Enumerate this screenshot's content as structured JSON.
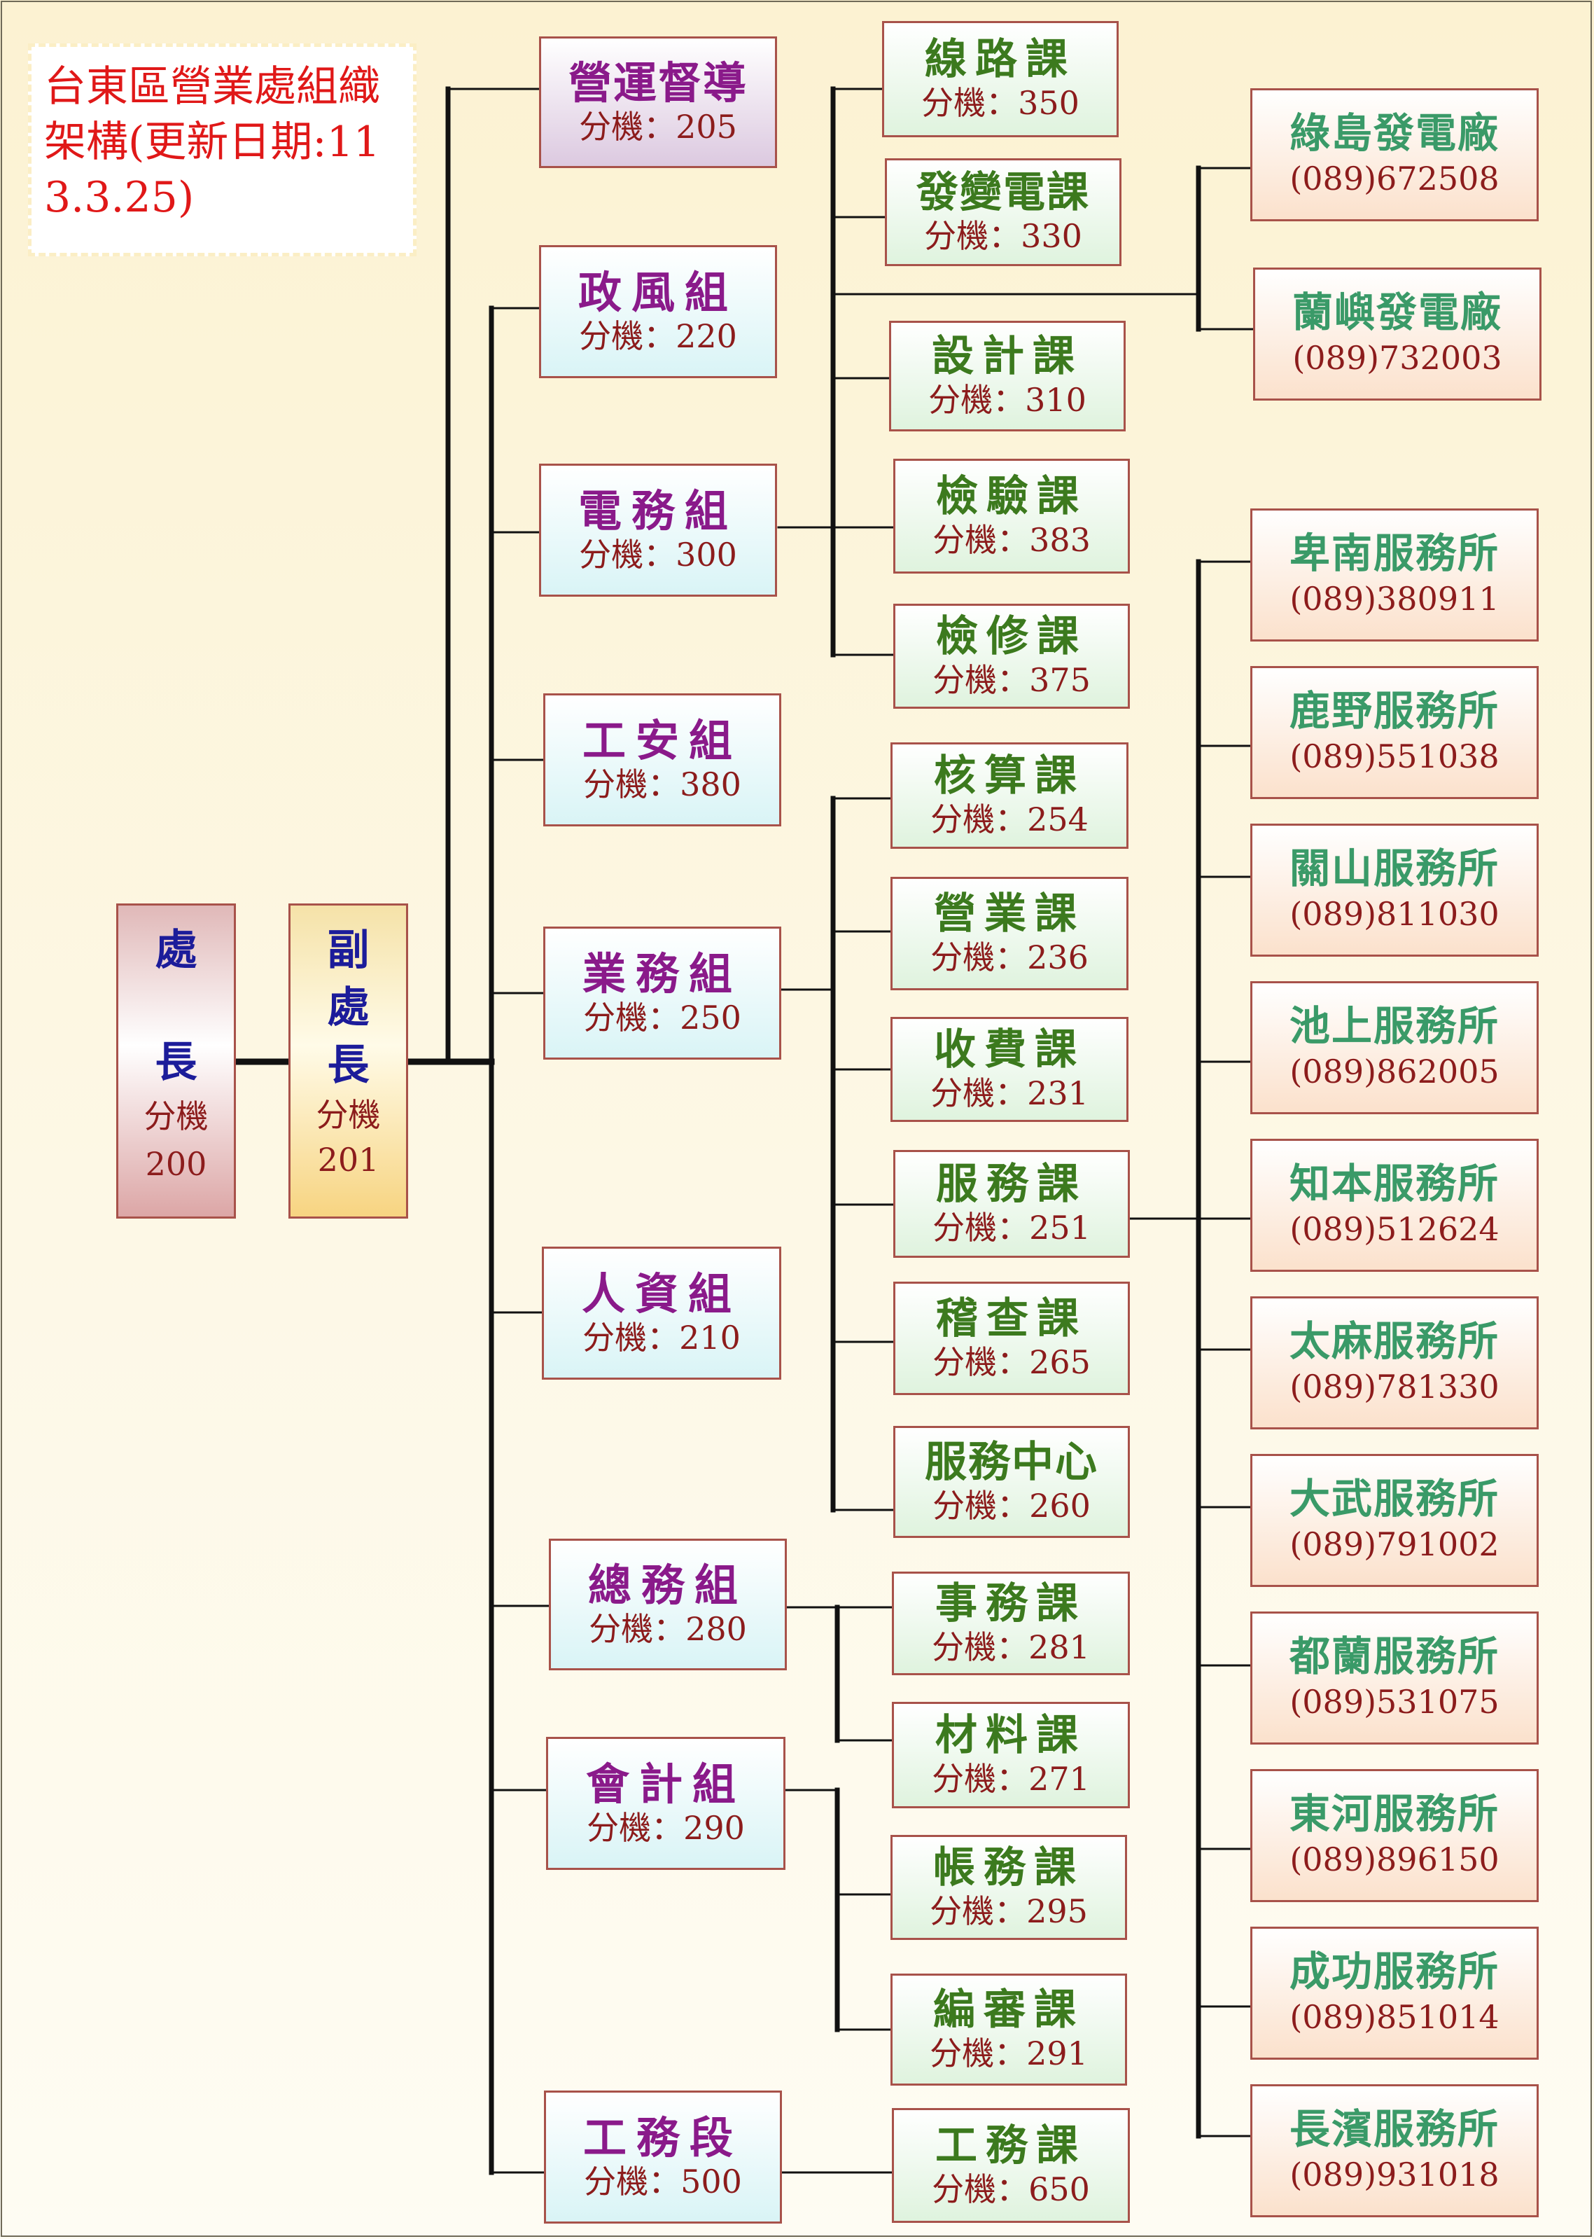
{
  "legend": {
    "text": "台東區營業處組織架構(更新日期:113.3.25)"
  },
  "chief": {
    "title_char1": "處",
    "title_char2": "長",
    "ext_label": "分機",
    "ext": "200"
  },
  "deputy": {
    "title_char1": "副",
    "title_char2": "處",
    "title_char3": "長",
    "ext_label": "分機",
    "ext": "201"
  },
  "supervision": {
    "name": "營運督導",
    "ext": "分機：205"
  },
  "departments": [
    {
      "name": "政風組",
      "ext": "分機：220"
    },
    {
      "name": "電務組",
      "ext": "分機：300"
    },
    {
      "name": "工安組",
      "ext": "分機：380"
    },
    {
      "name": "業務組",
      "ext": "分機：250"
    },
    {
      "name": "人資組",
      "ext": "分機：210"
    },
    {
      "name": "總務組",
      "ext": "分機：280"
    },
    {
      "name": "會計組",
      "ext": "分機：290"
    },
    {
      "name": "工務段",
      "ext": "分機：500"
    }
  ],
  "sections": [
    {
      "name": "線路課",
      "ext": "分機：350"
    },
    {
      "name": "發變電課",
      "ext": "分機：330"
    },
    {
      "name": "設計課",
      "ext": "分機：310"
    },
    {
      "name": "檢驗課",
      "ext": "分機：383"
    },
    {
      "name": "檢修課",
      "ext": "分機：375"
    },
    {
      "name": "核算課",
      "ext": "分機：254"
    },
    {
      "name": "營業課",
      "ext": "分機：236"
    },
    {
      "name": "收費課",
      "ext": "分機：231"
    },
    {
      "name": "服務課",
      "ext": "分機：251"
    },
    {
      "name": "稽查課",
      "ext": "分機：265"
    },
    {
      "name": "服務中心",
      "ext": "分機：260"
    },
    {
      "name": "事務課",
      "ext": "分機：281"
    },
    {
      "name": "材料課",
      "ext": "分機：271"
    },
    {
      "name": "帳務課",
      "ext": "分機：295"
    },
    {
      "name": "編審課",
      "ext": "分機：291"
    },
    {
      "name": "工務課",
      "ext": "分機：650"
    }
  ],
  "plants": [
    {
      "name": "綠島發電廠",
      "tel": "(089)672508"
    },
    {
      "name": "蘭嶼發電廠",
      "tel": "(089)732003"
    }
  ],
  "service_offices": [
    {
      "name": "卑南服務所",
      "tel": "(089)380911"
    },
    {
      "name": "鹿野服務所",
      "tel": "(089)551038"
    },
    {
      "name": "關山服務所",
      "tel": "(089)811030"
    },
    {
      "name": "池上服務所",
      "tel": "(089)862005"
    },
    {
      "name": "知本服務所",
      "tel": "(089)512624"
    },
    {
      "name": "太麻服務所",
      "tel": "(089)781330"
    },
    {
      "name": "大武服務所",
      "tel": "(089)791002"
    },
    {
      "name": "都蘭服務所",
      "tel": "(089)531075"
    },
    {
      "name": "東河服務所",
      "tel": "(089)896150"
    },
    {
      "name": "成功服務所",
      "tel": "(089)851014"
    },
    {
      "name": "長濱服務所",
      "tel": "(089)931018"
    }
  ]
}
